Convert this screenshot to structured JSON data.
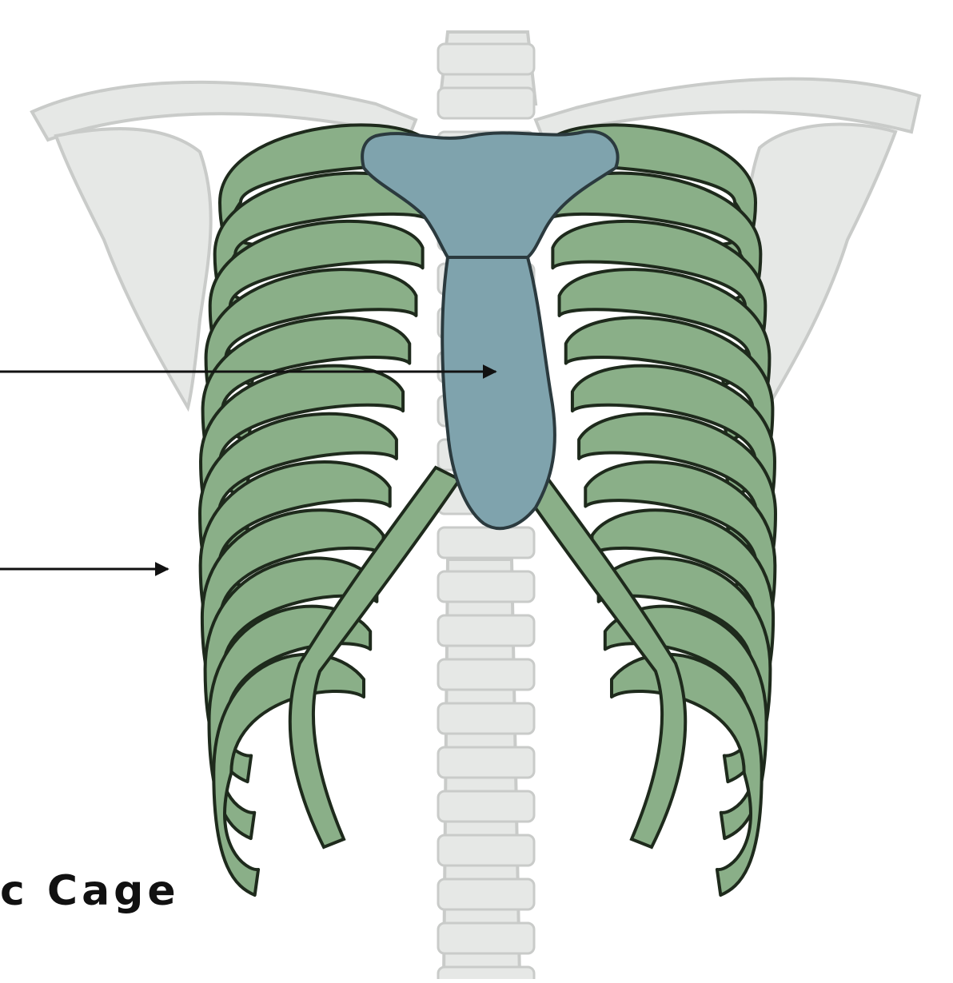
{
  "diagram": {
    "caption": "c Cage",
    "colors": {
      "rib": "#8aaf88",
      "rib_outline": "#1e2a1c",
      "sternum": "#7fa3ad",
      "sternum_outline": "#2b3a3e",
      "faded_bone": "#e6e8e6",
      "faded_outline": "#c9cbc9",
      "arrow": "#111111",
      "background": "#ffffff"
    },
    "arrows": [
      {
        "name": "sternum-pointer",
        "target": "sternum"
      },
      {
        "name": "rib-pointer",
        "target": "ribs"
      }
    ],
    "icons": [
      "rib-cage-illustration",
      "arrow-right-icon"
    ]
  }
}
